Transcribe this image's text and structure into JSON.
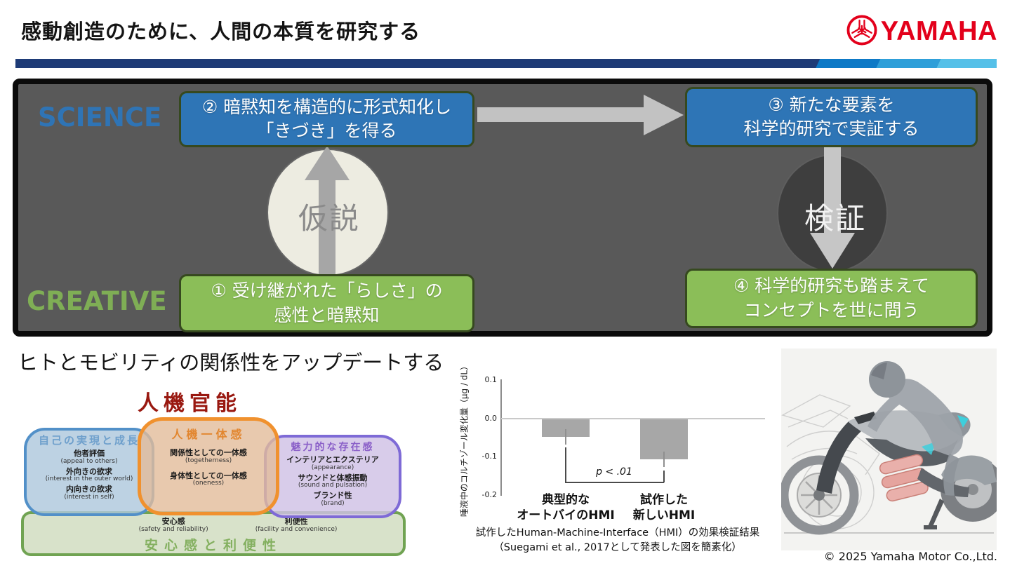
{
  "header": {
    "title": "感動創造のために、人間の本質を研究する",
    "logo_text": "YAMAHA",
    "brand_red": "#e3001b"
  },
  "flow": {
    "science_label": "SCIENCE",
    "creative_label": "CREATIVE",
    "box2_line1": "② 暗黙知を構造的に形式知化し",
    "box2_line2": "「きづき」を得る",
    "box3_line1": "③ 新たな要素を",
    "box3_line2": "科学的研究で実証する",
    "box1_line1": "① 受け継がれた「らしさ」の",
    "box1_line2": "感性と暗黙知",
    "box4_line1": "④ 科学的研究も踏まえて",
    "box4_line2": "コンセプトを世に問う",
    "hypothesis_label": "仮説",
    "verification_label": "検証",
    "science_color": "#2f74b5",
    "creative_color": "#7fae55",
    "blue_box_color": "#2e75b6",
    "green_box_color": "#8bbe58"
  },
  "section": {
    "heading": "ヒトとモビリティの関係性をアップデートする"
  },
  "jinki_kanno": {
    "title": "人機官能",
    "blue": {
      "title": "自己の実現と成長",
      "items": [
        {
          "jp": "他者評価",
          "en": "(appeal to others)"
        },
        {
          "jp": "外向きの欲求",
          "en": "(interest in the outer world)"
        },
        {
          "jp": "内向きの欲求",
          "en": "(interest in self)"
        }
      ]
    },
    "orange": {
      "title": "人機一体感",
      "items": [
        {
          "jp": "関係性としての一体感",
          "en": "(togetherness)"
        },
        {
          "jp": "身体性としての一体感",
          "en": "(oneness)"
        }
      ]
    },
    "purple": {
      "title": "魅力的な存在感",
      "items": [
        {
          "jp": "インテリアとエクステリア",
          "en": "(appearance)"
        },
        {
          "jp": "サウンドと体感振動",
          "en": "(sound and pulsation)"
        },
        {
          "jp": "ブランド性",
          "en": "(brand)"
        }
      ]
    },
    "green": {
      "title": "安心感と利便性",
      "items": [
        {
          "jp": "安心感",
          "en": "(safety and reliability)"
        },
        {
          "jp": "利便性",
          "en": "(facility and convenience)"
        }
      ]
    }
  },
  "chart_data": {
    "type": "bar",
    "ylabel": "唾液中のコルチゾール変化量（μg / dL）",
    "yticks": [
      "0.1",
      "0.0",
      "-0.1",
      "-0.2"
    ],
    "ylim": [
      -0.2,
      0.1
    ],
    "grid": false,
    "categories": [
      {
        "line1": "典型的な",
        "line2": "オートバイのHMI"
      },
      {
        "line1": "試作した",
        "line2": "新しいHMI"
      }
    ],
    "values": [
      -0.045,
      -0.105
    ],
    "errors": [
      0.02,
      0.02
    ],
    "significance": "p < .01",
    "bar_color": "#a7a7a7",
    "caption_line1": "試作したHuman-Machine-Interface（HMI）の効果検証結果",
    "caption_line2": "（Suegami et al., 2017として発表した図を簡素化）"
  },
  "footer": {
    "copyright": "© 2025 Yamaha Motor Co.,Ltd."
  }
}
